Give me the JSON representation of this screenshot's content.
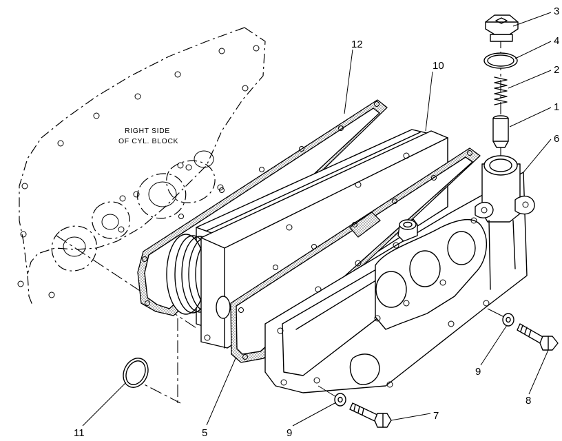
{
  "caption": {
    "line1": "RIGHT SIDE",
    "line2": "OF CYL. BLOCK"
  },
  "callouts": {
    "c1": "1",
    "c2": "2",
    "c3": "3",
    "c4": "4",
    "c5": "5",
    "c6": "6",
    "c7": "7",
    "c8": "8",
    "c9a": "9",
    "c9b": "9",
    "c10": "10",
    "c11": "11",
    "c12": "12"
  },
  "colors": {
    "line": "#000000",
    "paper": "#ffffff"
  }
}
